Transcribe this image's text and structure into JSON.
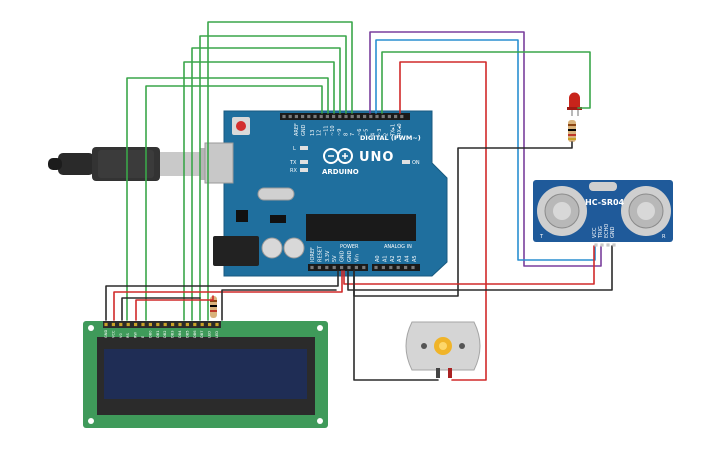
{
  "arduino": {
    "model_label": "UNO",
    "brand_label": "ARDUINO",
    "digital_label": "DIGITAL (PWM~)",
    "power_label": "POWER",
    "analog_label": "ANALOG IN",
    "aref_label": "AREF",
    "gnd_label": "GND",
    "digital_pins": [
      "13",
      "12",
      "~11",
      "~10",
      "~9",
      "8",
      "7",
      "~6",
      "~5",
      "4",
      "~3",
      "2",
      "TX▸1",
      "RX◂0"
    ],
    "power_pins": [
      "IOREF",
      "RESET",
      "3.3V",
      "5V",
      "GND",
      "GND",
      "Vin"
    ],
    "analog_pins": [
      "A0",
      "A1",
      "A2",
      "A3",
      "A4",
      "A5"
    ],
    "led_l_label": "L",
    "led_tx_label": "TX",
    "led_rx_label": "RX",
    "on_label": "ON"
  },
  "sensor": {
    "model_label": "HC-SR04",
    "pin_labels": [
      "VCC",
      "TRIG",
      "ECHO",
      "GND"
    ],
    "t_label": "T",
    "r_label": "R"
  },
  "lcd": {
    "pin_labels": [
      "GND",
      "VCC",
      "V0",
      "RS",
      "RW",
      "E",
      "DB0",
      "DB1",
      "DB2",
      "DB3",
      "DB4",
      "DB5",
      "DB6",
      "DB7",
      "LED",
      "LED"
    ]
  },
  "colors": {
    "board": "#1f6f9e",
    "wire_green": "#3aa64a",
    "wire_red": "#d12a2a",
    "wire_black": "#2b2b2b",
    "wire_purple": "#7a3f9d",
    "wire_blue": "#2a8fd1",
    "lcd_pcb": "#3f9a5a",
    "lcd_screen": "#1f2d55",
    "sensor_board": "#1f5a9a"
  }
}
